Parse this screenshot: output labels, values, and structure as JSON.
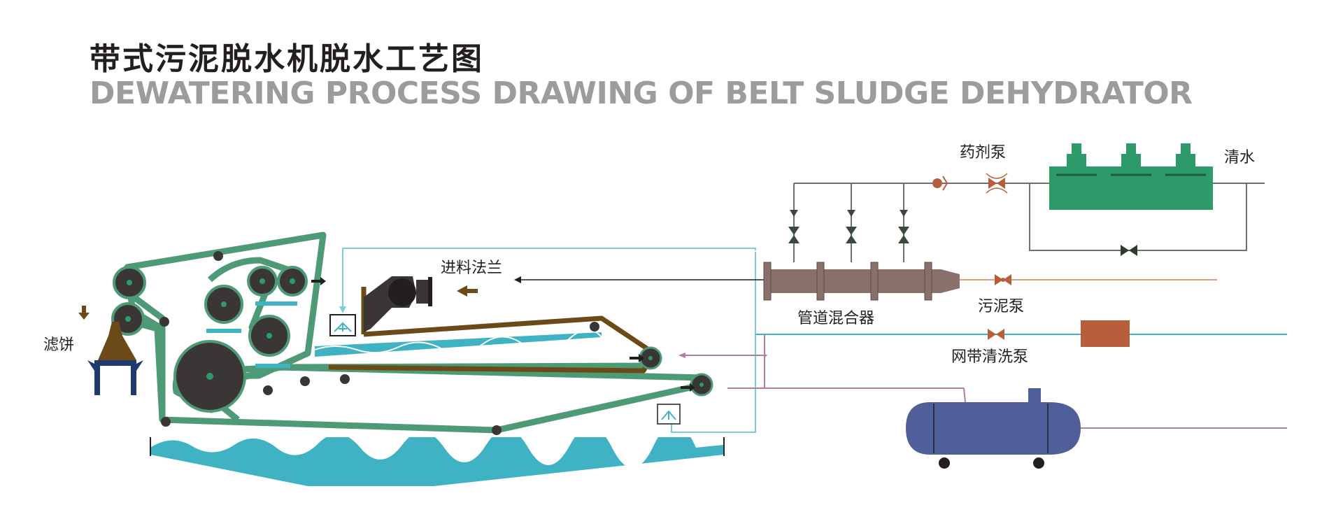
{
  "title": {
    "cn": "带式污泥脱水机脱水工艺图",
    "en": "DEWATERING PROCESS DRAWING OF BELT SLUDGE DEHYDRATOR"
  },
  "labels": {
    "chemical_pump": "药剂泵",
    "clean_water": "清水",
    "feed_flange": "进料法兰",
    "pipe_mixer": "管道混合器",
    "sludge_pump": "污泥泵",
    "belt_wash_pump": "网带清洗泵",
    "filter_cake": "滤饼"
  },
  "colors": {
    "belt_green": "#4e9a76",
    "roller": "#3a3635",
    "sludge_brown": "#6b4a18",
    "water_blue": "#3fb2c4",
    "tank_blue": "#4e5f99",
    "pump_green": "#2d9a6a",
    "valve_orange": "#b85e3b",
    "mixer_brown": "#8a706a",
    "line_purple": "#b07ca0",
    "cake_stand": "#1e3a6e"
  },
  "icons": [
    "valve-icon",
    "pump-icon",
    "spray-nozzle-icon",
    "arrow-icon"
  ]
}
